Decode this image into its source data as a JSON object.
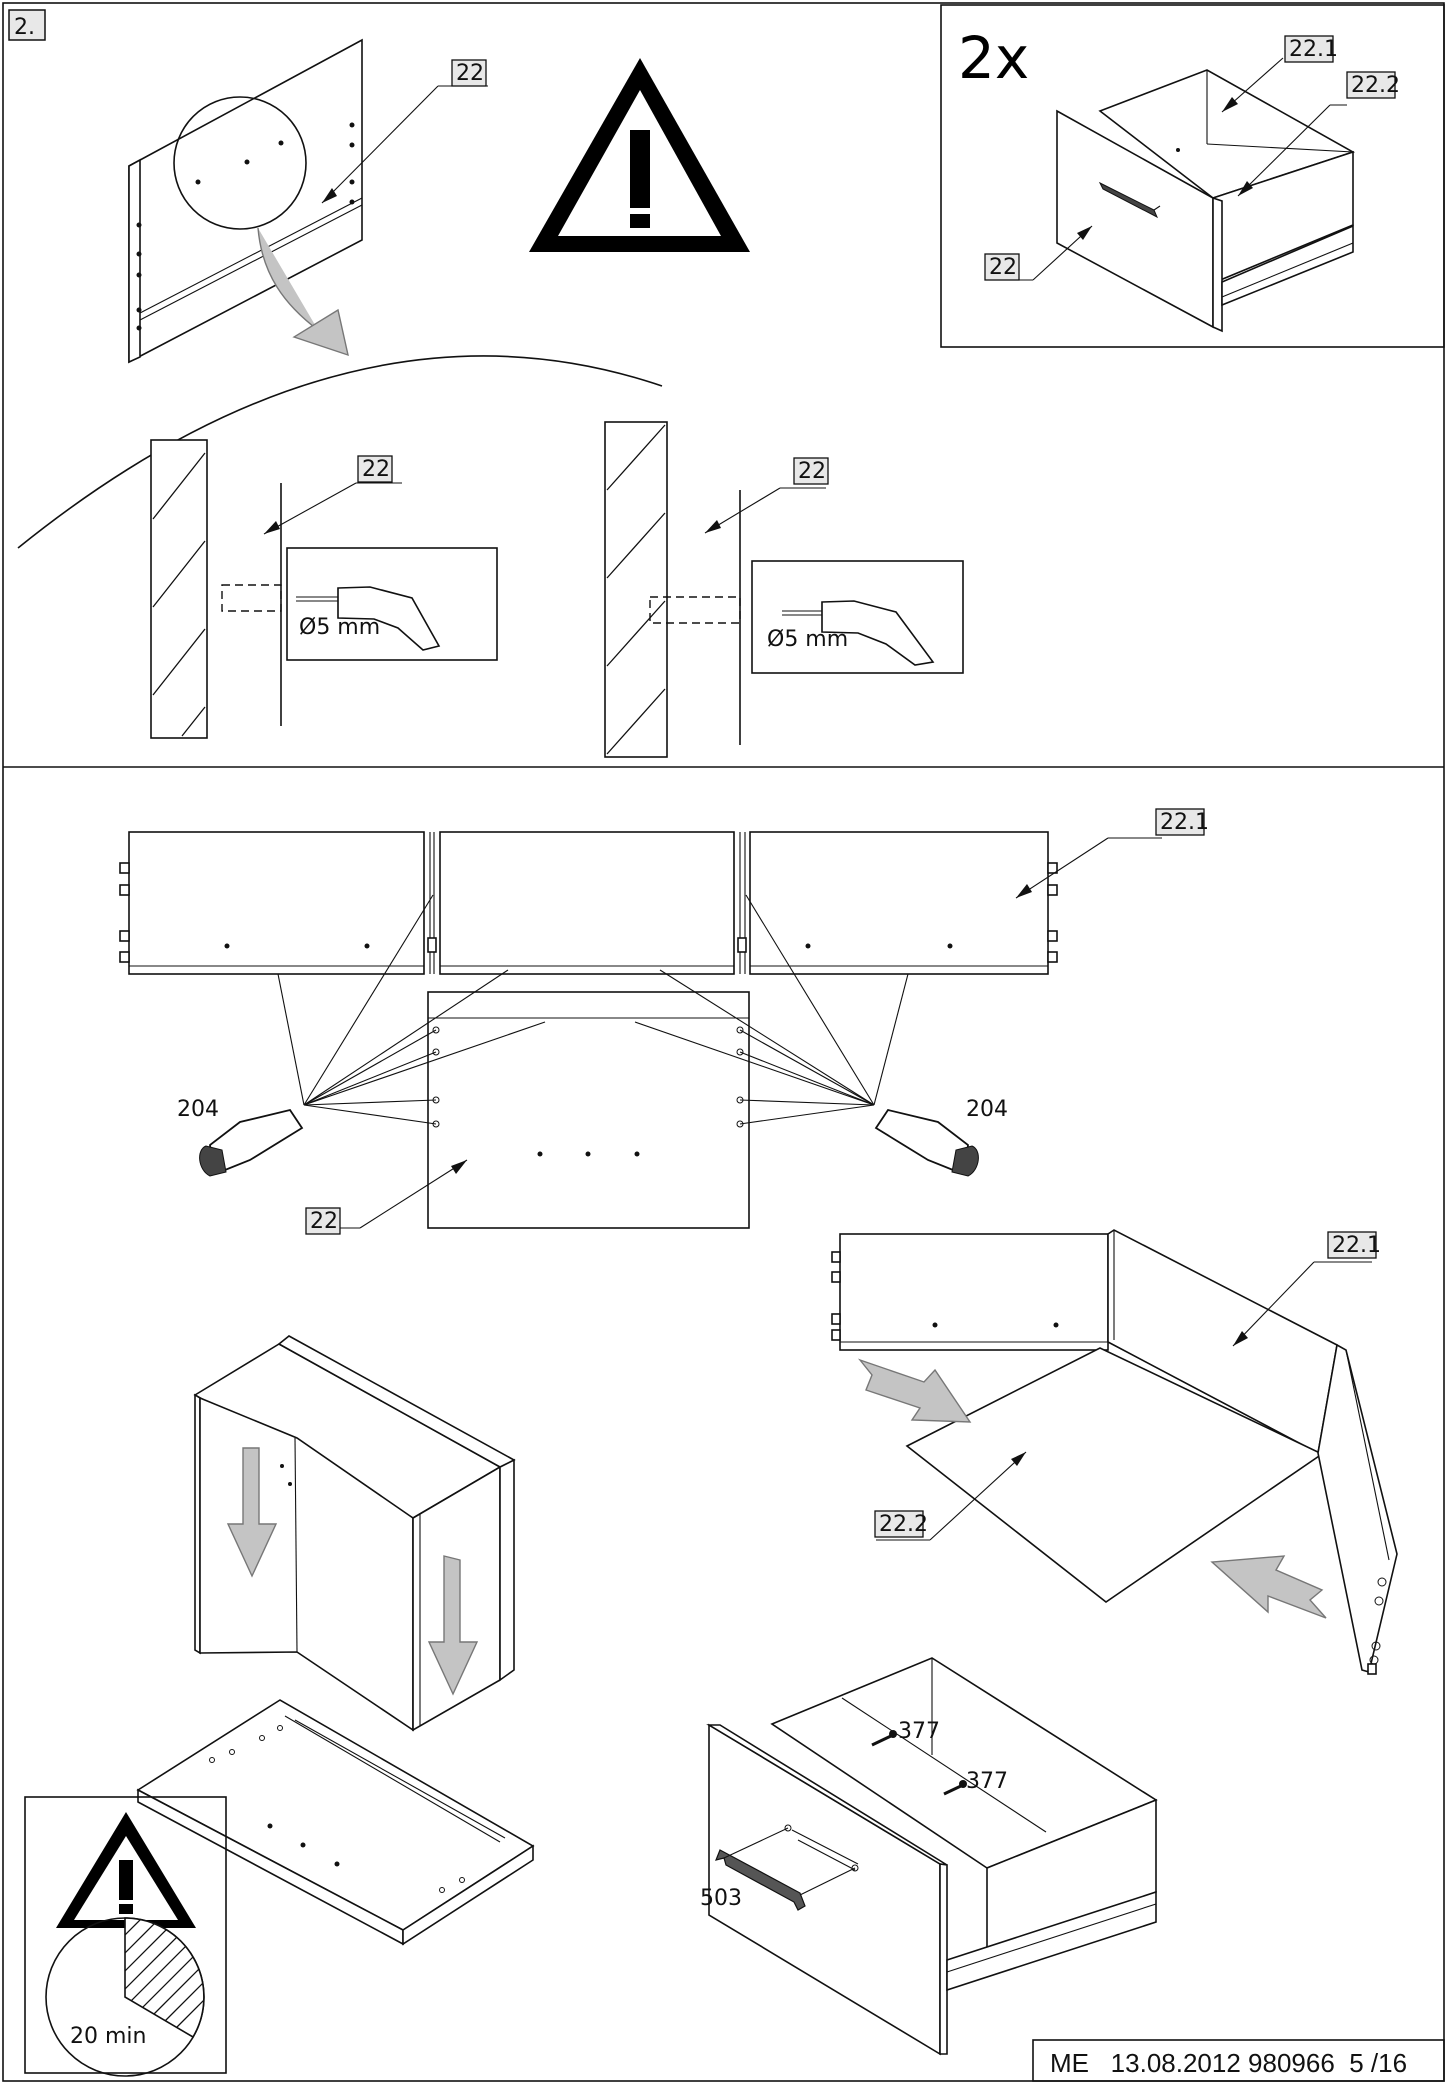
{
  "step": {
    "number": "2."
  },
  "parts": {
    "front_panel": "22",
    "side_panel": "22.1",
    "bottom_panel": "22.2",
    "cam_fitting": "204",
    "screw": "377",
    "handle": "503"
  },
  "quantity": "2x",
  "drill": {
    "diameter": "Ø5 mm"
  },
  "wait": {
    "duration": "20 min"
  },
  "footer": {
    "text": "ME   13.08.2012 980966  5 /16"
  }
}
